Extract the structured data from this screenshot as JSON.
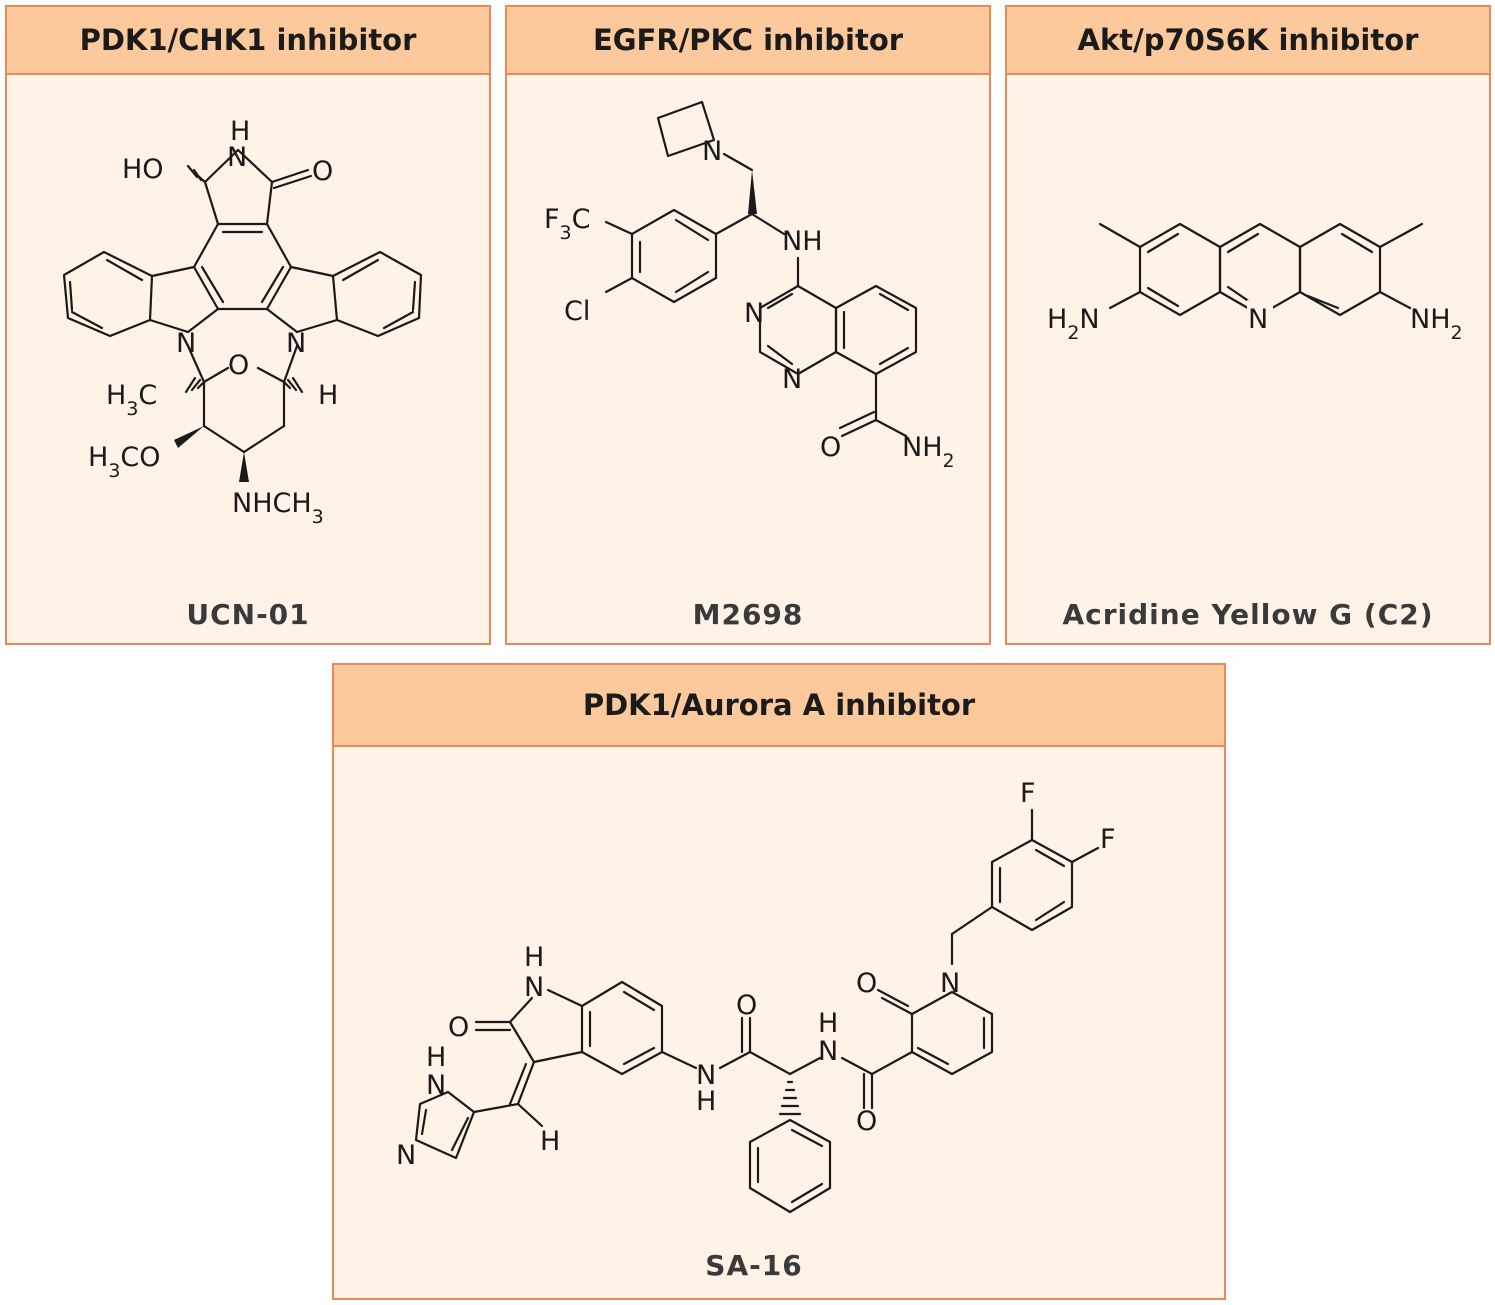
{
  "panels": [
    {
      "header": "PDK1/CHK1 inhibitor",
      "compound": "UCN-01",
      "atoms": {
        "hydroxyl": "HO",
        "imide_h": "H",
        "imide_n": "N",
        "carbonyl_o": "O",
        "indole_n1": "N",
        "indole_n2": "N",
        "ring_o": "O",
        "methyl": "H3C",
        "h": "H",
        "methoxy": "H3CO",
        "methylamino": "NHCH3"
      }
    },
    {
      "header": "EGFR/PKC inhibitor",
      "compound": "M2698",
      "atoms": {
        "azetidine_n": "N",
        "cf3": "F3C",
        "cl": "Cl",
        "nh": "NH",
        "n3": "N",
        "n1": "N",
        "o": "O",
        "nh2": "NH2"
      }
    },
    {
      "header": "Akt/p70S6K inhibitor",
      "compound": "Acridine Yellow G (C2)",
      "atoms": {
        "nh2_left": "H2N",
        "ring_n": "N",
        "nh2_right": "NH2"
      }
    },
    {
      "header": "PDK1/Aurora A inhibitor",
      "compound": "SA-16",
      "atoms": {
        "f1": "F",
        "f2": "F",
        "pyridone_o": "O",
        "pyridone_n": "N",
        "indolinone_h": "H",
        "indolinone_n": "N",
        "indolinone_o": "O",
        "imid_h": "H",
        "imid_nh": "N",
        "imid_n": "N",
        "vinyl_h": "H",
        "amide_n1": "N",
        "amide_h1": "H",
        "amide_o1": "O",
        "amide_h2": "H",
        "amide_n2": "N",
        "amide_o2": "O"
      }
    }
  ]
}
